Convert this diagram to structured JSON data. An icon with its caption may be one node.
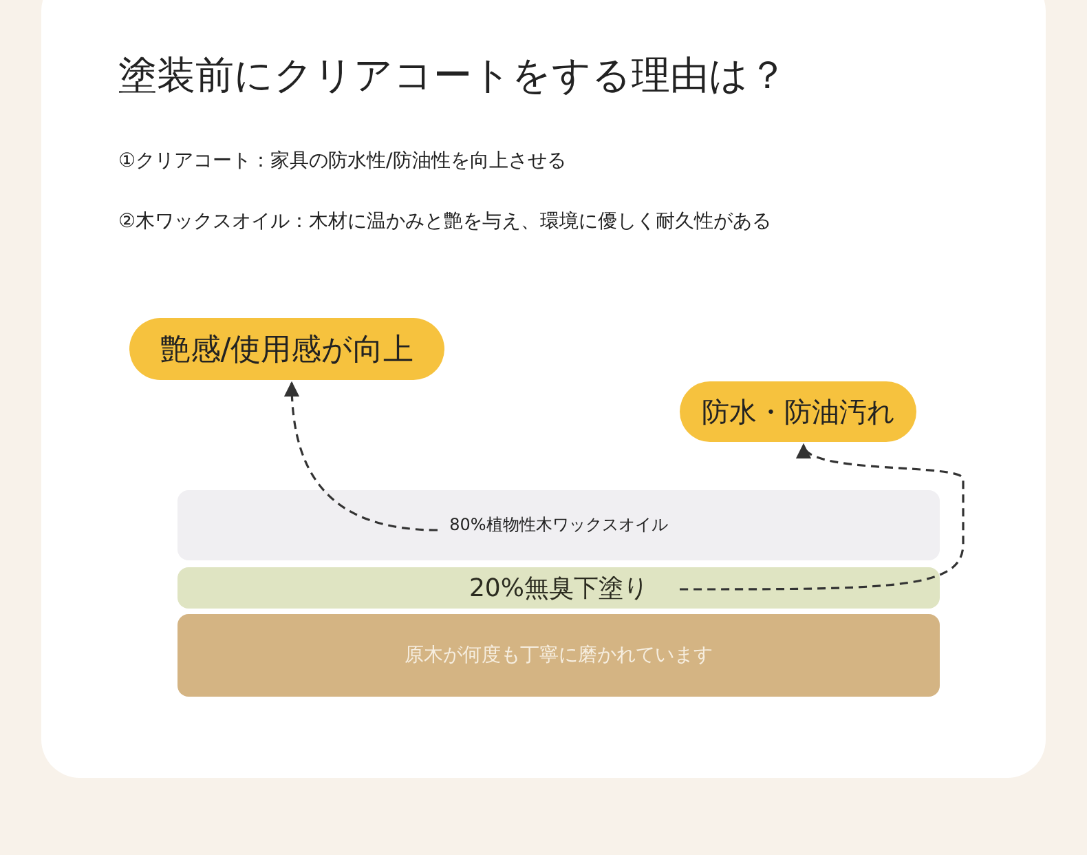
{
  "diagram": {
    "title": "塗装前にクリアコートをする理由は？",
    "nodes": [
      {
        "text": [
          "艶感/使用感が向上"
        ]
      },
      {
        "text": [
          "防水・防油汚れ"
        ]
      },
      {
        "text": [
          "80%植物性木ワックスオイル"
        ]
      },
      {
        "text": [
          "20%無臭下塗り"
        ]
      },
      {
        "text": [
          "原木が何度も丁寧に磨かれています"
        ]
      }
    ],
    "edges": [
      {
        "from": 2,
        "to": 0,
        "arrow": "to",
        "style": "dashed"
      },
      {
        "from": 3,
        "to": 1,
        "arrow": "to",
        "style": "dashed"
      }
    ],
    "labels": [
      "①クリアコート：家具の防水性/防油性を向上させる",
      "②木ワックスオイル：木材に温かみと艶を与え、環境に優しく耐久性がある"
    ]
  }
}
